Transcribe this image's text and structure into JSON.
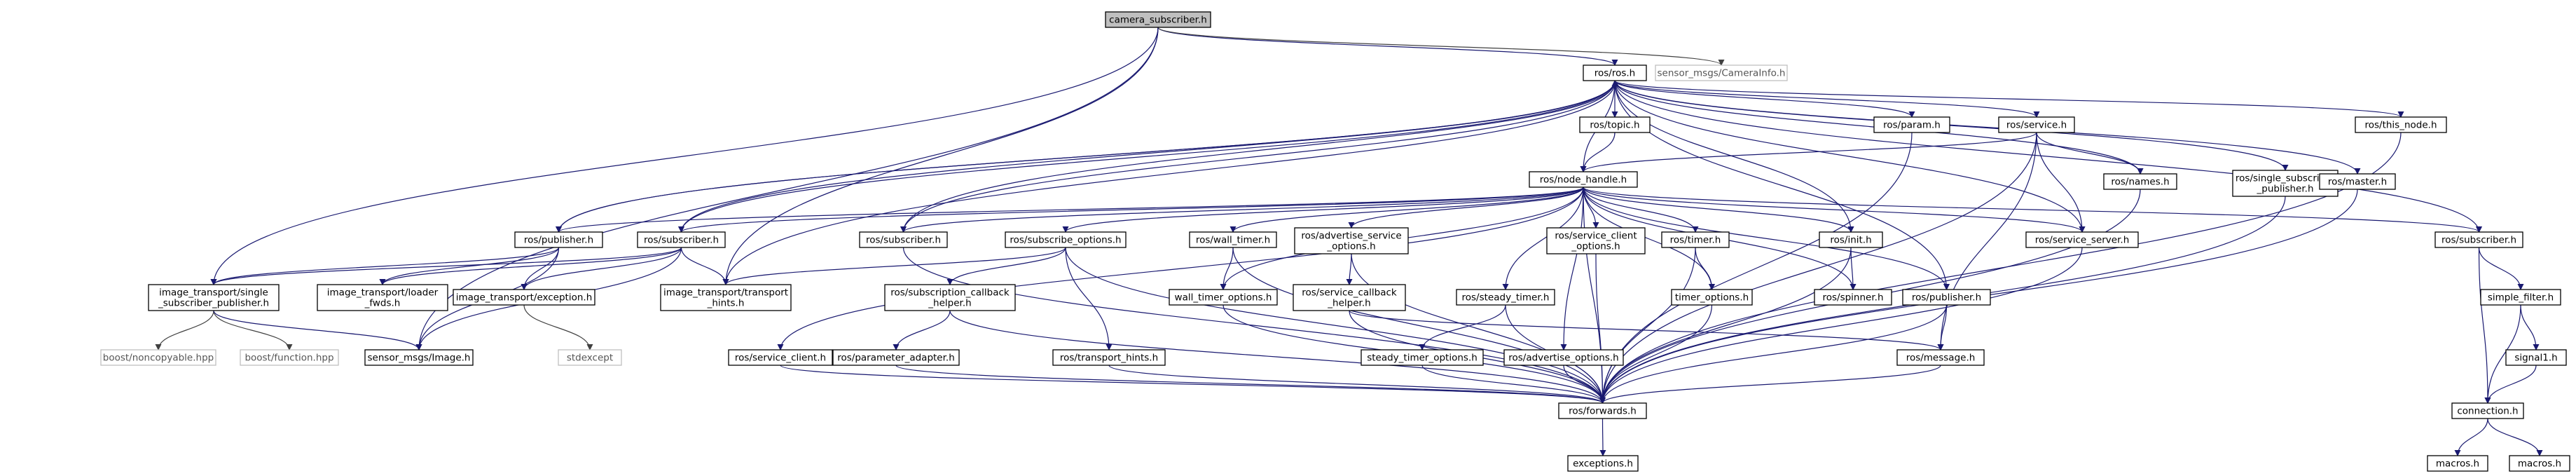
{
  "diagram": {
    "title": "",
    "nodes": [
      {
        "id": "camera_subscriber",
        "lines": [
          "camera_subscriber.h"
        ],
        "root": true
      },
      {
        "id": "ros_h",
        "lines": [
          "ros/ros.h"
        ]
      },
      {
        "id": "sensor_caminfo",
        "lines": [
          "sensor_msgs/CameraInfo.h"
        ],
        "external": true
      },
      {
        "id": "ros_topic",
        "lines": [
          "ros/topic.h"
        ]
      },
      {
        "id": "ros_param",
        "lines": [
          "ros/param.h"
        ]
      },
      {
        "id": "ros_service",
        "lines": [
          "ros/service.h"
        ]
      },
      {
        "id": "ros_this_node",
        "lines": [
          "ros/this_node.h"
        ]
      },
      {
        "id": "node_handle",
        "lines": [
          "ros/node_handle.h"
        ]
      },
      {
        "id": "ros_names",
        "lines": [
          "ros/names.h"
        ]
      },
      {
        "id": "single_sub_pub",
        "lines": [
          "ros/single_subscriber",
          "_publisher.h"
        ]
      },
      {
        "id": "ros_master",
        "lines": [
          "ros/master.h"
        ]
      },
      {
        "id": "ros_publisher_l",
        "lines": [
          "ros/publisher.h"
        ]
      },
      {
        "id": "ros_subscriber_l",
        "lines": [
          "ros/subscriber.h"
        ]
      },
      {
        "id": "ros_subscriber_m",
        "lines": [
          "ros/subscriber.h"
        ]
      },
      {
        "id": "subscribe_options",
        "lines": [
          "ros/subscribe_options.h"
        ]
      },
      {
        "id": "wall_timer",
        "lines": [
          "ros/wall_timer.h"
        ]
      },
      {
        "id": "adv_service_opts",
        "lines": [
          "ros/advertise_service",
          "_options.h"
        ]
      },
      {
        "id": "service_client_opts",
        "lines": [
          "ros/service_client",
          "_options.h"
        ]
      },
      {
        "id": "ros_timer",
        "lines": [
          "ros/timer.h"
        ]
      },
      {
        "id": "ros_init",
        "lines": [
          "ros/init.h"
        ]
      },
      {
        "id": "service_server",
        "lines": [
          "ros/service_server.h"
        ]
      },
      {
        "id": "ros_subscriber_r",
        "lines": [
          "ros/subscriber.h"
        ]
      },
      {
        "id": "it_single_sub_pub",
        "lines": [
          "image_transport/single",
          "_subscriber_publisher.h"
        ]
      },
      {
        "id": "it_loader_fwds",
        "lines": [
          "image_transport/loader",
          "_fwds.h"
        ]
      },
      {
        "id": "it_exception",
        "lines": [
          "image_transport/exception.h"
        ]
      },
      {
        "id": "it_transport_hints",
        "lines": [
          "image_transport/transport",
          "_hints.h"
        ]
      },
      {
        "id": "sub_callback_helper",
        "lines": [
          "ros/subscription_callback",
          "_helper.h"
        ]
      },
      {
        "id": "wall_timer_opts",
        "lines": [
          "wall_timer_options.h"
        ]
      },
      {
        "id": "service_callback_helper",
        "lines": [
          "ros/service_callback",
          "_helper.h"
        ]
      },
      {
        "id": "steady_timer",
        "lines": [
          "ros/steady_timer.h"
        ]
      },
      {
        "id": "timer_options",
        "lines": [
          "timer_options.h"
        ]
      },
      {
        "id": "ros_spinner",
        "lines": [
          "ros/spinner.h"
        ]
      },
      {
        "id": "ros_publisher_r",
        "lines": [
          "ros/publisher.h"
        ]
      },
      {
        "id": "simple_filter",
        "lines": [
          "simple_filter.h"
        ]
      },
      {
        "id": "boost_noncopyable",
        "lines": [
          "boost/noncopyable.hpp"
        ],
        "external": true
      },
      {
        "id": "boost_function",
        "lines": [
          "boost/function.hpp"
        ],
        "external": true
      },
      {
        "id": "sensor_image",
        "lines": [
          "sensor_msgs/Image.h"
        ]
      },
      {
        "id": "stdexcept",
        "lines": [
          "stdexcept"
        ],
        "external": true
      },
      {
        "id": "service_client",
        "lines": [
          "ros/service_client.h"
        ]
      },
      {
        "id": "parameter_adapter",
        "lines": [
          "ros/parameter_adapter.h"
        ]
      },
      {
        "id": "transport_hints",
        "lines": [
          "ros/transport_hints.h"
        ]
      },
      {
        "id": "steady_timer_opts",
        "lines": [
          "steady_timer_options.h"
        ]
      },
      {
        "id": "adv_options",
        "lines": [
          "ros/advertise_options.h"
        ]
      },
      {
        "id": "ros_message",
        "lines": [
          "ros/message.h"
        ]
      },
      {
        "id": "signal1",
        "lines": [
          "signal1.h"
        ]
      },
      {
        "id": "ros_forwards",
        "lines": [
          "ros/forwards.h"
        ]
      },
      {
        "id": "connection",
        "lines": [
          "connection.h"
        ]
      },
      {
        "id": "exceptions",
        "lines": [
          "exceptions.h"
        ]
      },
      {
        "id": "macros_l",
        "lines": [
          "macros.h"
        ]
      },
      {
        "id": "macros_r",
        "lines": [
          "macros.h"
        ]
      }
    ],
    "edges": [
      [
        "camera_subscriber",
        "ros_h"
      ],
      [
        "camera_subscriber",
        "sensor_caminfo"
      ],
      [
        "camera_subscriber",
        "it_single_sub_pub"
      ],
      [
        "camera_subscriber",
        "it_transport_hints"
      ],
      [
        "camera_subscriber",
        "sensor_image"
      ],
      [
        "ros_h",
        "ros_topic"
      ],
      [
        "ros_h",
        "ros_param"
      ],
      [
        "ros_h",
        "ros_service"
      ],
      [
        "ros_h",
        "ros_this_node"
      ],
      [
        "ros_h",
        "node_handle"
      ],
      [
        "ros_h",
        "ros_names"
      ],
      [
        "ros_h",
        "single_sub_pub"
      ],
      [
        "ros_h",
        "ros_master"
      ],
      [
        "ros_h",
        "ros_publisher_l"
      ],
      [
        "ros_h",
        "ros_subscriber_l"
      ],
      [
        "ros_h",
        "ros_subscriber_m"
      ],
      [
        "ros_h",
        "ros_init"
      ],
      [
        "ros_h",
        "service_server"
      ],
      [
        "ros_h",
        "ros_subscriber_r"
      ],
      [
        "ros_h",
        "ros_publisher_r"
      ],
      [
        "ros_publisher_l",
        "ros_h"
      ],
      [
        "ros_subscriber_l",
        "ros_h"
      ],
      [
        "ros_subscriber_m",
        "ros_h"
      ],
      [
        "it_transport_hints",
        "ros_h"
      ],
      [
        "ros_topic",
        "node_handle"
      ],
      [
        "ros_service",
        "node_handle"
      ],
      [
        "ros_service",
        "ros_names"
      ],
      [
        "ros_service",
        "ros_message"
      ],
      [
        "ros_service",
        "ros_forwards"
      ],
      [
        "ros_service",
        "service_server"
      ],
      [
        "ros_param",
        "ros_forwards"
      ],
      [
        "ros_this_node",
        "ros_forwards"
      ],
      [
        "ros_names",
        "ros_forwards"
      ],
      [
        "single_sub_pub",
        "ros_forwards"
      ],
      [
        "ros_master",
        "ros_forwards"
      ],
      [
        "node_handle",
        "ros_publisher_l"
      ],
      [
        "node_handle",
        "ros_subscriber_l"
      ],
      [
        "node_handle",
        "ros_subscriber_m"
      ],
      [
        "node_handle",
        "subscribe_options"
      ],
      [
        "node_handle",
        "wall_timer"
      ],
      [
        "node_handle",
        "adv_service_opts"
      ],
      [
        "node_handle",
        "service_client_opts"
      ],
      [
        "node_handle",
        "ros_timer"
      ],
      [
        "node_handle",
        "ros_init"
      ],
      [
        "node_handle",
        "service_server"
      ],
      [
        "node_handle",
        "ros_subscriber_r"
      ],
      [
        "node_handle",
        "steady_timer"
      ],
      [
        "node_handle",
        "timer_options"
      ],
      [
        "node_handle",
        "ros_spinner"
      ],
      [
        "node_handle",
        "ros_publisher_r"
      ],
      [
        "node_handle",
        "wall_timer_opts"
      ],
      [
        "node_handle",
        "service_client"
      ],
      [
        "node_handle",
        "adv_options"
      ],
      [
        "node_handle",
        "ros_forwards"
      ],
      [
        "ros_publisher_l",
        "it_single_sub_pub"
      ],
      [
        "ros_publisher_l",
        "it_loader_fwds"
      ],
      [
        "ros_publisher_l",
        "it_exception"
      ],
      [
        "ros_publisher_l",
        "sensor_image"
      ],
      [
        "ros_subscriber_l",
        "it_single_sub_pub"
      ],
      [
        "ros_subscriber_l",
        "it_loader_fwds"
      ],
      [
        "ros_subscriber_l",
        "it_exception"
      ],
      [
        "ros_subscriber_l",
        "it_transport_hints"
      ],
      [
        "ros_subscriber_l",
        "sensor_image"
      ],
      [
        "ros_subscriber_m",
        "ros_forwards"
      ],
      [
        "subscribe_options",
        "sub_callback_helper"
      ],
      [
        "subscribe_options",
        "transport_hints"
      ],
      [
        "subscribe_options",
        "it_transport_hints"
      ],
      [
        "subscribe_options",
        "ros_forwards"
      ],
      [
        "wall_timer",
        "wall_timer_opts"
      ],
      [
        "wall_timer",
        "ros_forwards"
      ],
      [
        "adv_service_opts",
        "service_callback_helper"
      ],
      [
        "adv_service_opts",
        "ros_forwards"
      ],
      [
        "service_client_opts",
        "ros_forwards"
      ],
      [
        "ros_timer",
        "timer_options"
      ],
      [
        "ros_timer",
        "ros_forwards"
      ],
      [
        "ros_init",
        "ros_spinner"
      ],
      [
        "ros_init",
        "ros_forwards"
      ],
      [
        "service_server",
        "ros_forwards"
      ],
      [
        "ros_subscriber_r",
        "simple_filter"
      ],
      [
        "ros_subscriber_r",
        "connection"
      ],
      [
        "it_single_sub_pub",
        "boost_noncopyable"
      ],
      [
        "it_single_sub_pub",
        "boost_function"
      ],
      [
        "it_single_sub_pub",
        "sensor_image"
      ],
      [
        "it_exception",
        "stdexcept"
      ],
      [
        "sub_callback_helper",
        "parameter_adapter"
      ],
      [
        "sub_callback_helper",
        "ros_forwards"
      ],
      [
        "wall_timer_opts",
        "ros_forwards"
      ],
      [
        "service_callback_helper",
        "ros_message"
      ],
      [
        "service_callback_helper",
        "ros_forwards"
      ],
      [
        "steady_timer",
        "steady_timer_opts"
      ],
      [
        "steady_timer",
        "ros_forwards"
      ],
      [
        "timer_options",
        "ros_forwards"
      ],
      [
        "ros_publisher_r",
        "ros_message"
      ],
      [
        "ros_publisher_r",
        "ros_forwards"
      ],
      [
        "simple_filter",
        "signal1"
      ],
      [
        "simple_filter",
        "connection"
      ],
      [
        "service_client",
        "ros_forwards"
      ],
      [
        "parameter_adapter",
        "ros_forwards"
      ],
      [
        "transport_hints",
        "ros_forwards"
      ],
      [
        "steady_timer_opts",
        "ros_forwards"
      ],
      [
        "adv_options",
        "ros_forwards"
      ],
      [
        "ros_message",
        "ros_forwards"
      ],
      [
        "signal1",
        "connection"
      ],
      [
        "ros_forwards",
        "exceptions"
      ],
      [
        "connection",
        "macros_l"
      ],
      [
        "connection",
        "macros_r"
      ]
    ]
  }
}
